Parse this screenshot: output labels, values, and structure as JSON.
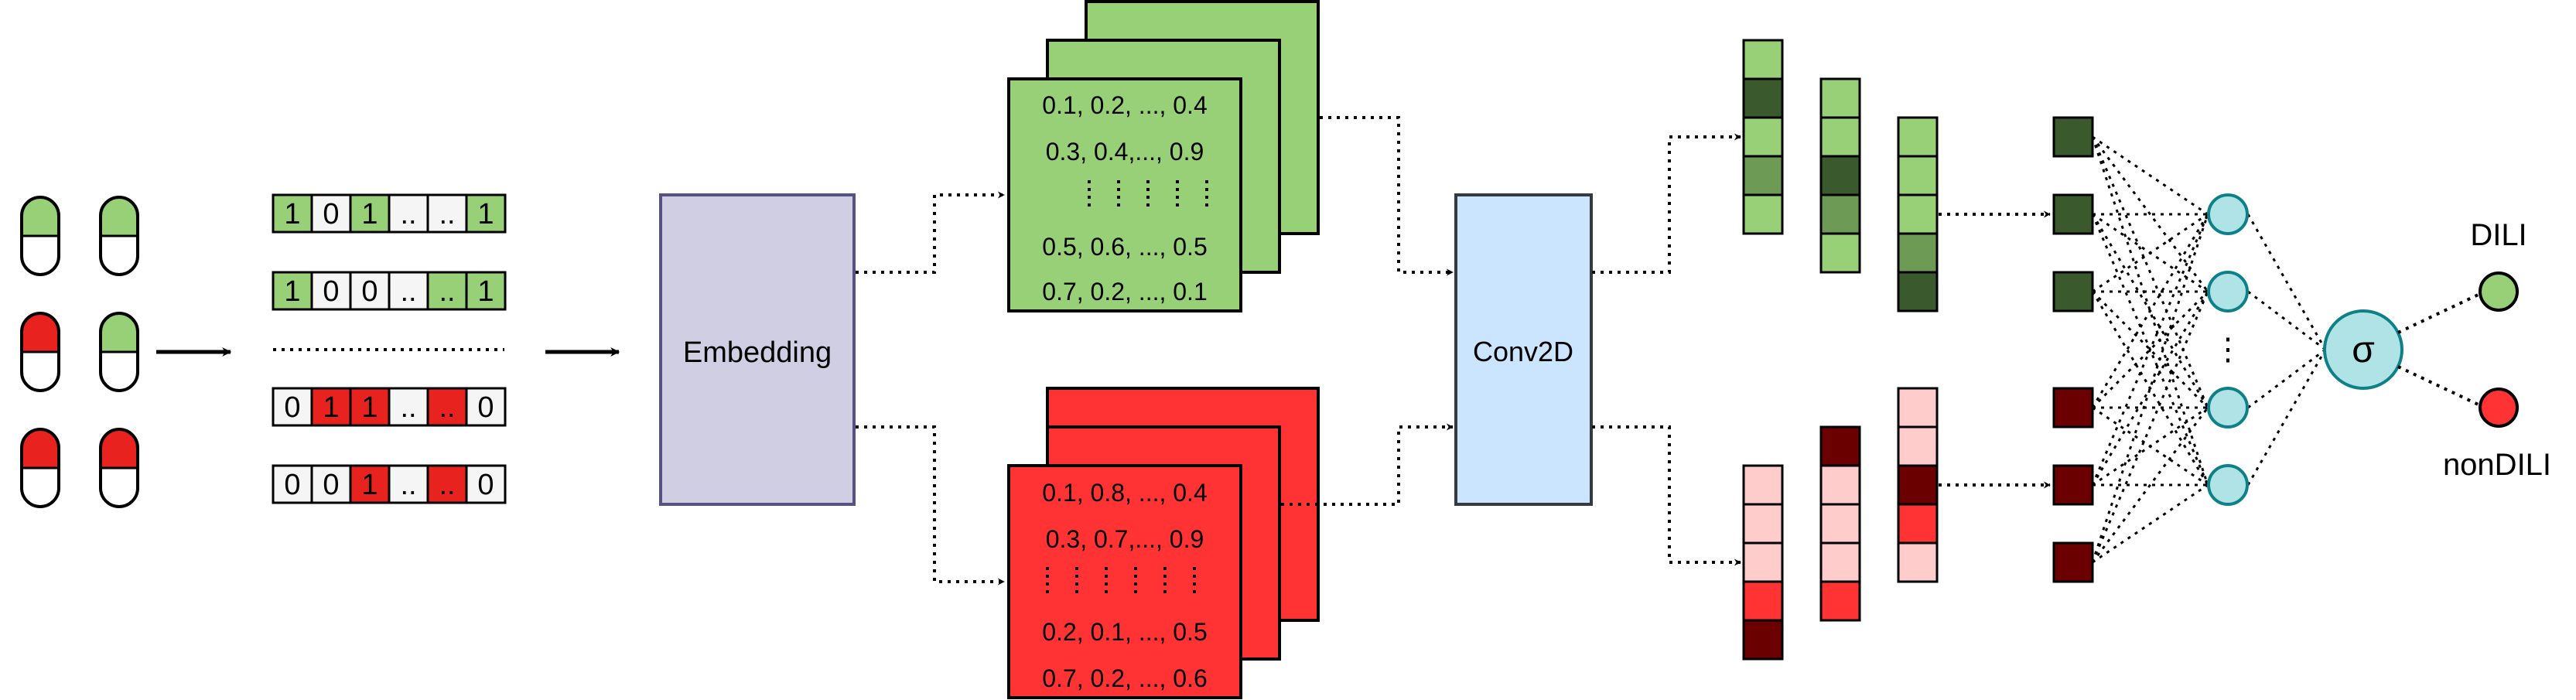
{
  "labels": {
    "embedding": "Embedding",
    "conv": "Conv2D",
    "sigma": "σ",
    "out_pos": "DILI",
    "out_neg": "nonDILI",
    "ellipsis_vertical": "⋮",
    "dots_row": "......"
  },
  "binary_rows": [
    {
      "cells": [
        "1",
        "0",
        "1",
        "..",
        "..",
        "1"
      ],
      "colors": [
        "green",
        "white",
        "green",
        "white",
        "white",
        "green"
      ]
    },
    {
      "cells": [
        "1",
        "0",
        "0",
        "..",
        "..",
        "1"
      ],
      "colors": [
        "green",
        "white",
        "white",
        "white",
        "green",
        "green"
      ]
    },
    {
      "cells": [
        "0",
        "1",
        "1",
        "..",
        "..",
        "0"
      ],
      "colors": [
        "white",
        "red",
        "red",
        "white",
        "red",
        "white"
      ]
    },
    {
      "cells": [
        "0",
        "0",
        "1",
        "..",
        "..",
        "0"
      ],
      "colors": [
        "white",
        "white",
        "red",
        "white",
        "red",
        "white"
      ]
    }
  ],
  "green_matrix": [
    "0.1, 0.2, ..., 0.4",
    "0.3, 0.4,..., 0.9",
    "0.5, 0.6, ..., 0.5",
    "0.7, 0.2, ..., 0.1"
  ],
  "red_matrix": [
    "0.1, 0.8, ..., 0.4",
    "0.3, 0.7,..., 0.9",
    "0.2, 0.1, ..., 0.5",
    "0.7, 0.2, ..., 0.6"
  ],
  "colors": {
    "green": "#97d077",
    "green_dark": "#3a5a2e",
    "green_mid": "#6d9a55",
    "red": "#ff3333",
    "red_cell": "#e8231f",
    "red_dark": "#6b0000",
    "red_light": "#ffcccc",
    "embedding_fill": "#d0cee2",
    "embedding_stroke": "#56517e",
    "conv_fill": "#cce5ff",
    "conv_stroke": "#36393d",
    "node_fill": "#b0e3e6",
    "node_stroke": "#0e8088",
    "white_cell": "#f5f5f5"
  }
}
